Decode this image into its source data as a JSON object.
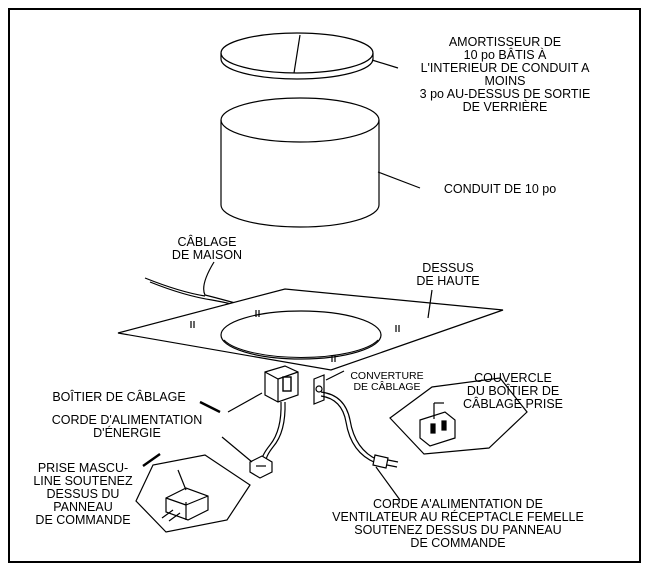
{
  "labels": {
    "damper": [
      "AMORTISSEUR DE",
      "10 po BÂTIS À",
      "L'INTERIEUR DE CONDUIT A",
      "MOINS",
      "3 po AU-DESSUS DE SORTIE",
      "DE VERRIÈRE"
    ],
    "duct": [
      "CONDUIT DE 10 po"
    ],
    "house_wiring": [
      "CÂBLAGE",
      "DE MAISON"
    ],
    "top_plate": [
      "DESSUS",
      "DE HAUTE"
    ],
    "wiring_box": [
      "BOÎTIER DE CÂBLAGE"
    ],
    "power_cord": [
      "CORDE D'ALIMENTATION",
      "D'ÉNERGIE"
    ],
    "wiring_cover": [
      "CONVERTURE",
      "DE CÂBLAGE"
    ],
    "receptacle_cover": [
      "COUVERCLE",
      "DU BOÎTIER DE",
      "CÂBLAGE PRISE"
    ],
    "male_plug": [
      "PRISE MASCU-",
      "LINE SOUTENEZ",
      "DESSUS DU",
      "PANNEAU",
      "DE COMMANDE"
    ],
    "fan_cord": [
      "CORDE A'ALIMENTATION DE",
      "VENTILATEUR AU RÉCEPTACLE FEMELLE",
      "SOUTENEZ DESSUS DU PANNEAU",
      "DE COMMANDE"
    ]
  }
}
